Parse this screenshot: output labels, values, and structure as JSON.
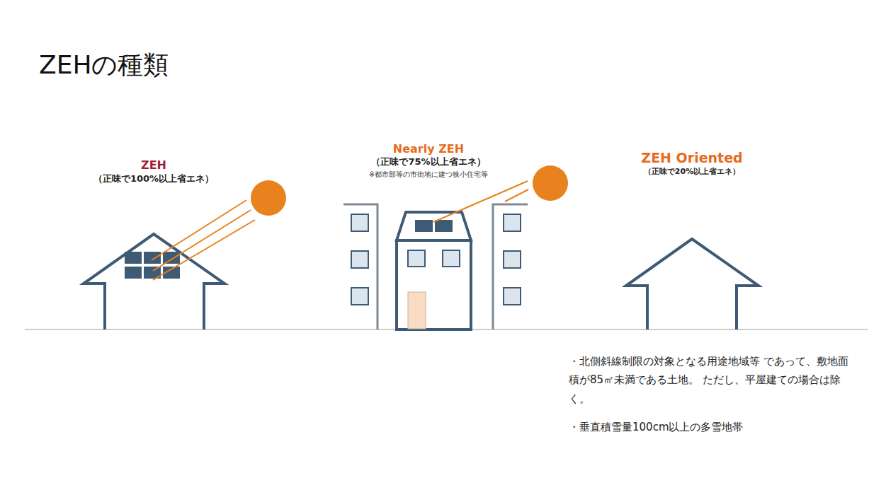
{
  "diagram": {
    "title": "ZEHの種類",
    "labels": [
      "ZEH",
      "（正味で100%以上省エネ）",
      "Nearly ZEH",
      "（正味で75%以上省エネ）",
      "※都市部等の市街地に建つ狭小住宅等",
      "ZEH Oriented",
      "（正味で20%以上省エネ）",
      "・北側斜線制限の対象となる用途地域等 であって、敷地面積が85㎡未満である土地。 ただし、平屋建ての場合は除く。",
      "・垂直積雪量100cm以上の多雪地帯"
    ]
  }
}
